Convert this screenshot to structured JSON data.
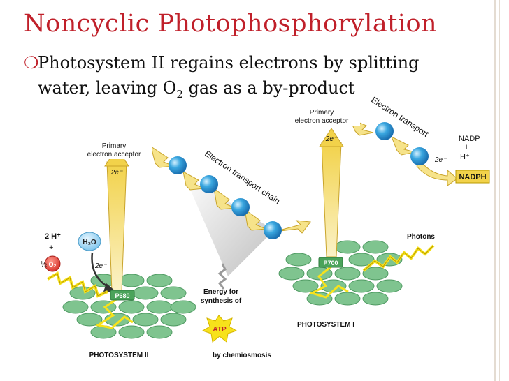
{
  "slide": {
    "title": "Noncyclic Photophosphorylation",
    "bullet_text_prefix": "Photosystem II regains electrons by splitting water, leaving O",
    "bullet_subscript": "2",
    "bullet_text_suffix": " gas as a by-product"
  },
  "diagram": {
    "ps2": {
      "acceptor_line1": "Primary",
      "acceptor_line2": "electron acceptor",
      "electron_label": "2e⁻",
      "electron_label2": "2e⁻",
      "reaction_center": "P680",
      "name": "PHOTOSYSTEM II",
      "proton": "2 H⁺",
      "plus": "+",
      "water": "H₂O",
      "half": "½",
      "oxygen": "O₂"
    },
    "transport_chain": "Electron transport chain",
    "energy_line1": "Energy for",
    "energy_line2": "synthesis of",
    "atp": "ATP",
    "chemiosmosis": "by chemiosmosis",
    "ps1": {
      "acceptor_line1": "Primary",
      "acceptor_line2": "electron acceptor",
      "electron_label": "2e⁻",
      "reaction_center": "P700",
      "name": "PHOTOSYSTEM I",
      "photons": "Photons"
    },
    "transport_ps1": "Electron transport",
    "nadp_plus": "NADP⁺",
    "plus": "+",
    "h_plus": "H⁺",
    "electron_label3": "2e⁻",
    "nadph": "NADPH"
  },
  "colors": {
    "title": "#c0202a",
    "disk": "#7fc48f",
    "carrier": "#3aa7e0",
    "arrow_yellow": "#f2d24a",
    "atp_star": "#f7e21b",
    "oxygen": "#e0403a"
  }
}
